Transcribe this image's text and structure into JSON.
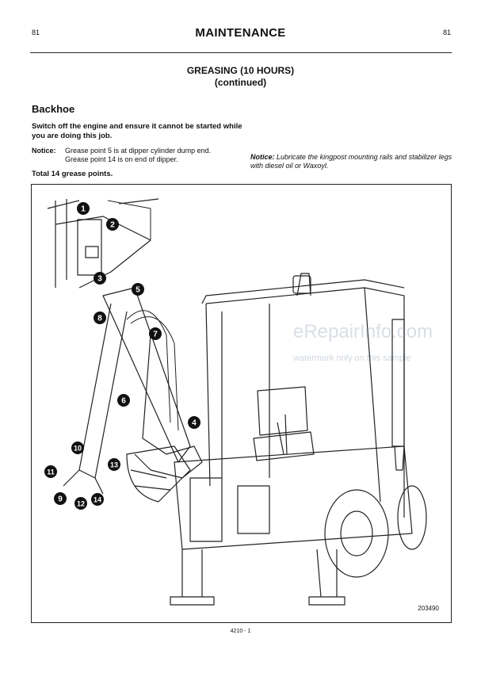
{
  "header": {
    "page_left": "81",
    "title": "MAINTENANCE",
    "page_right": "81"
  },
  "section": {
    "line1": "GREASING (10 HOURS)",
    "line2": "(continued)"
  },
  "subtitle": "Backhoe",
  "instruction": "Switch off the engine and ensure it cannot be started while you are doing this job.",
  "notice_left": {
    "label": "Notice:",
    "line1": "Grease point 5 is at dipper cylinder dump end.",
    "line2": "Grease point 14 is on end of dipper."
  },
  "notice_right": {
    "label": "Notice:",
    "text": "Lubricate the kingpost mounting rails and stabilizer legs with diesel oil or Waxoyl."
  },
  "total": "Total 14 grease points.",
  "figure": {
    "callouts": [
      "1",
      "2",
      "3",
      "5",
      "8",
      "7",
      "6",
      "4",
      "10",
      "11",
      "13",
      "9",
      "12",
      "14"
    ],
    "code": "203490"
  },
  "watermark": {
    "line1": "eRepairInfo.com",
    "line2": "watermark only on this sample"
  },
  "footer": "4210 - 1"
}
